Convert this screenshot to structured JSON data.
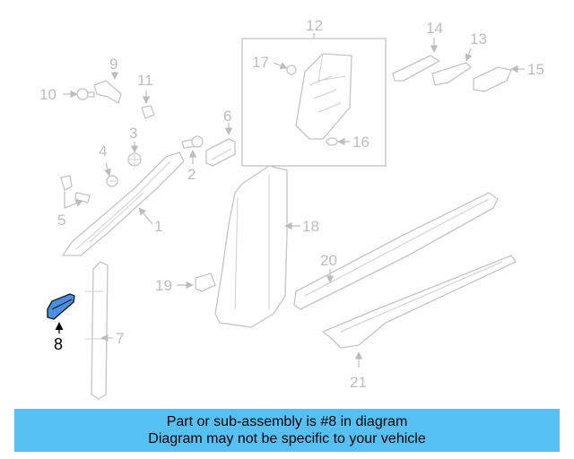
{
  "callouts": [
    "1",
    "2",
    "3",
    "4",
    "5",
    "6",
    "7",
    "8",
    "9",
    "10",
    "11",
    "12",
    "13",
    "14",
    "15",
    "16",
    "17",
    "18",
    "19",
    "20",
    "21"
  ],
  "highlighted_callout": "8",
  "banner": {
    "line1": "Part or sub-assembly is #8 in diagram",
    "line2": "Diagram may not be specific to your vehicle"
  },
  "colors": {
    "banner_bg": "#55c1f2",
    "highlight_part": "#4a90e2",
    "linework": "#c4c4c4"
  }
}
